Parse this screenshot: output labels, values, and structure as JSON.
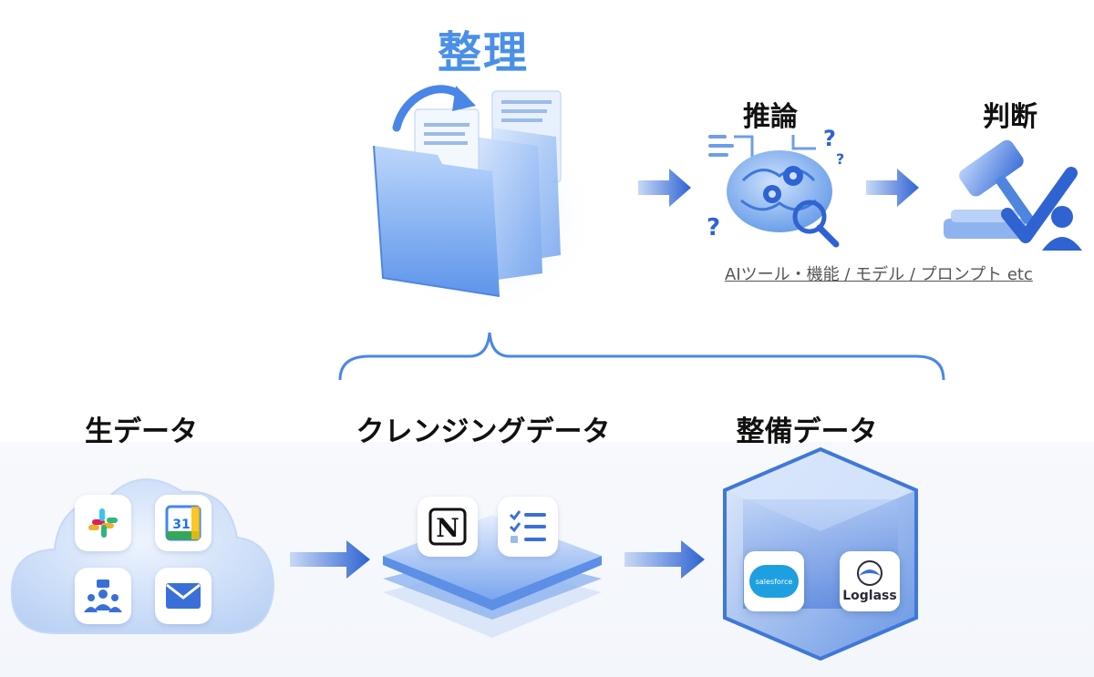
{
  "organize": {
    "title": "整理"
  },
  "reasoning": {
    "title": "推論"
  },
  "judgment": {
    "title": "判断"
  },
  "tools_note": "AIツール・機能 / モデル / プロンプト etc",
  "stages": {
    "raw": {
      "label": "生データ"
    },
    "cleansing": {
      "label": "クレンジングデータ"
    },
    "prepared": {
      "label": "整備データ"
    }
  },
  "apps": {
    "calendar_day": "31",
    "notion_letter": "N",
    "salesforce": "salesforce",
    "loglass": "Loglass"
  },
  "colors": {
    "accent": "#4a8fe8",
    "arrow": "#3a6fd8",
    "brace": "#4a86e8"
  }
}
